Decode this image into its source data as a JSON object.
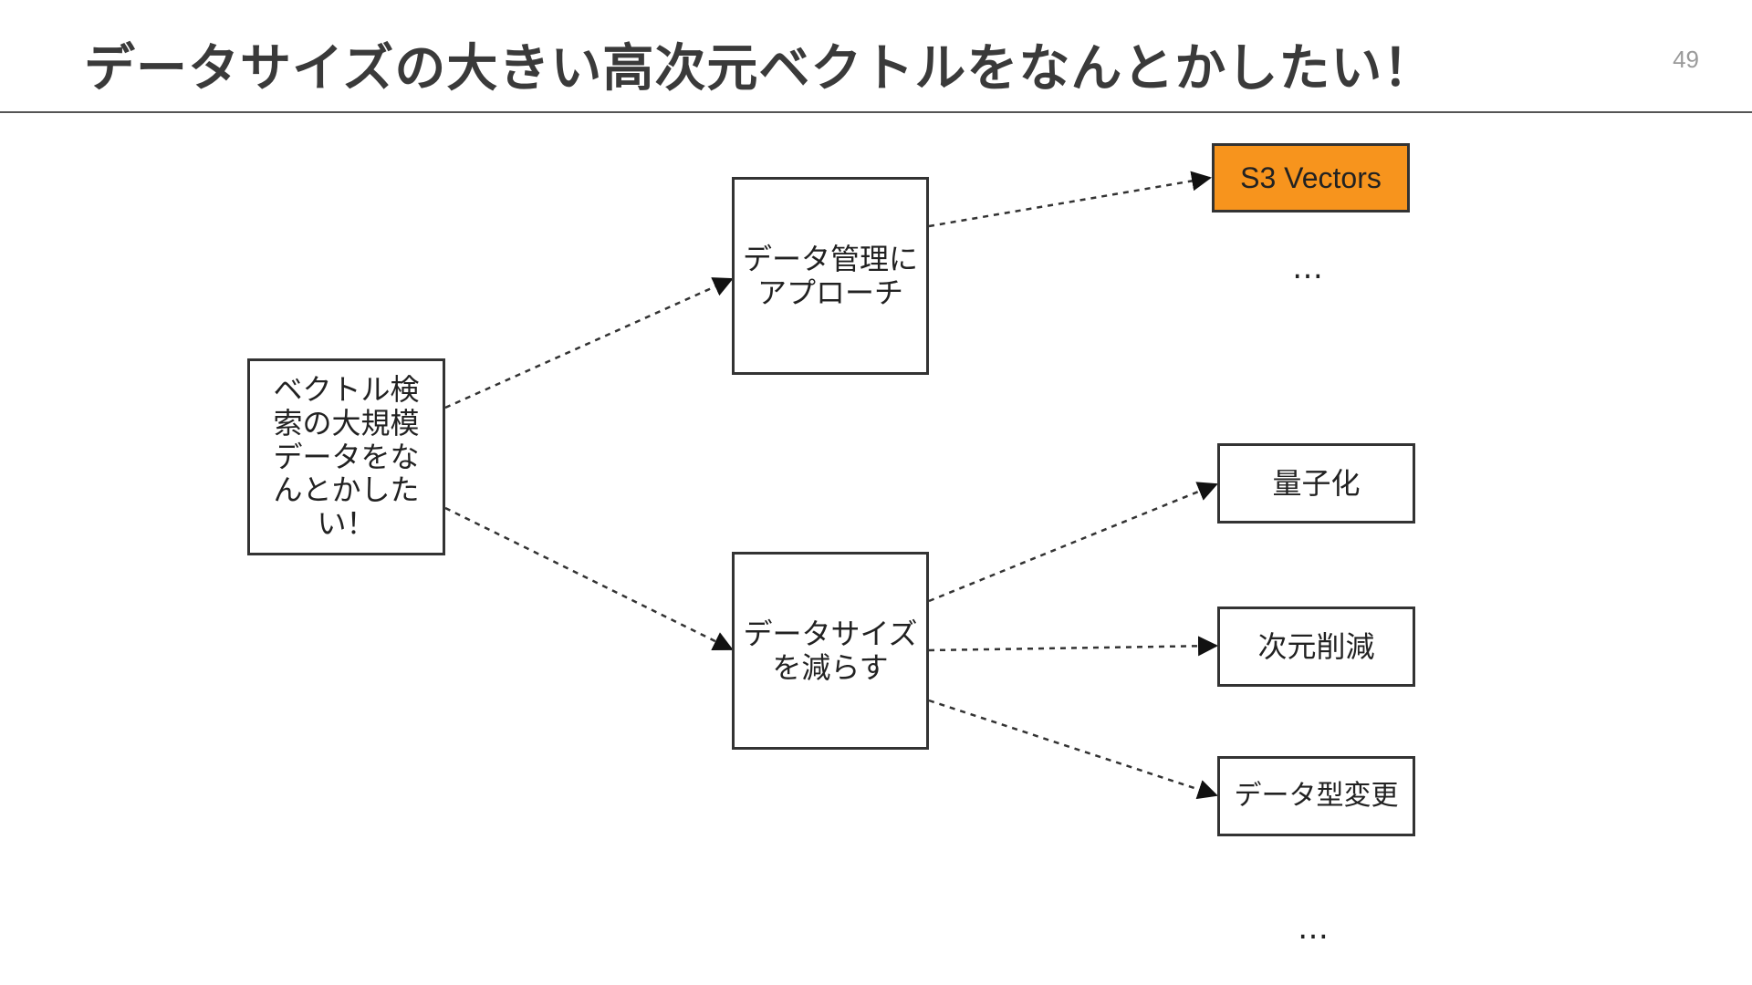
{
  "slide": {
    "title": "データサイズの大きい高次元ベクトルをなんとかしたい！",
    "page_number": "49"
  },
  "diagram": {
    "root": "ベクトル検索の大規模データをなんとかしたい！",
    "branch_top": "データ管理にアプローチ",
    "branch_bottom": "データサイズを減らす",
    "leaf_s3_vectors": "S3 Vectors",
    "leaf_quantization": "量子化",
    "leaf_dim_reduction": "次元削減",
    "leaf_dtype_change": "データ型変更",
    "ellipsis_top": "…",
    "ellipsis_bottom": "…",
    "highlight_color": "#f7941d"
  }
}
